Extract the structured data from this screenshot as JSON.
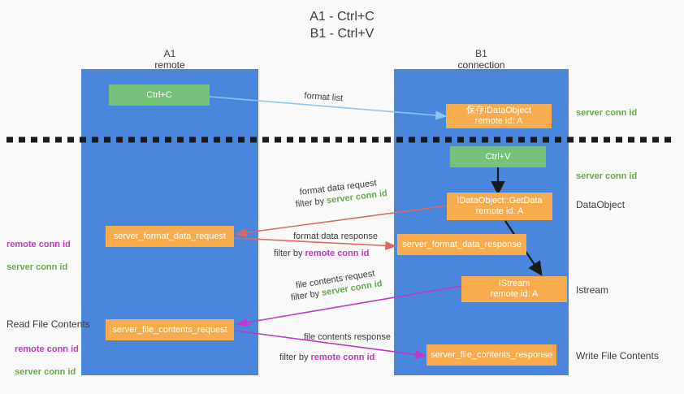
{
  "title": "A1 - Ctrl+C\nB1 - Ctrl+V",
  "columns": [
    {
      "name": "left-column",
      "header": "A1\nremote"
    },
    {
      "name": "right-column",
      "header": "B1\nconnection"
    }
  ],
  "nodes": [
    {
      "name": "ctrl-c-node",
      "label": "Ctrl+C"
    },
    {
      "name": "save-idataobject-node",
      "label": "保存IDataObject\nremote id: A"
    },
    {
      "name": "ctrl-v-node",
      "label": "Ctrl+V"
    },
    {
      "name": "idataobject-getdata-node",
      "label": "IDataObject::GetData\nremote id: A"
    },
    {
      "name": "server-format-data-request-node",
      "label": "server_format_data_request"
    },
    {
      "name": "server-format-data-response-node",
      "label": "server_format_data_response"
    },
    {
      "name": "istream-node",
      "label": "IStream\nremote id: A"
    },
    {
      "name": "server-file-contents-request-node",
      "label": "server_file_contents_request"
    },
    {
      "name": "server-file-contents-response-node",
      "label": "server_file_contents_response"
    }
  ],
  "annotations": {
    "server_conn_id_top": "server conn id",
    "server_conn_id_mid": "server conn id",
    "dataobject": "DataObject",
    "istream": "Istream",
    "write_file_contents": "Write File Contents",
    "read_file_contents": "Read File Contents",
    "remote_conn_id": "remote conn id",
    "server_conn_id": "server conn id"
  },
  "edge_labels": {
    "format_list": "format list",
    "format_data_request": "format data request",
    "format_data_request_filter_prefix": "filter by ",
    "format_data_request_filter_value": "server conn id",
    "format_data_response": "format data response",
    "format_data_response_filter_prefix": "filter by ",
    "format_data_response_filter_value": "remote conn id",
    "file_contents_request": "file contents request",
    "file_contents_request_filter_prefix": "filter by ",
    "file_contents_request_filter_value": "server conn id",
    "file_contents_response": "file contents response",
    "file_contents_response_filter_prefix": "filter by ",
    "file_contents_response_filter_value": "remote conn id"
  },
  "colors": {
    "background": "#f9f9f9",
    "lane": "#4a86dc",
    "node_green": "#76c07a",
    "node_orange": "#f9ac4e",
    "arrow_light_blue": "#8ec4ef",
    "arrow_red": "#e06666",
    "arrow_magenta": "#c238c2",
    "arrow_black": "#1a1a1a",
    "text_dark": "#3c3c3c",
    "text_green": "#6aa84f"
  }
}
